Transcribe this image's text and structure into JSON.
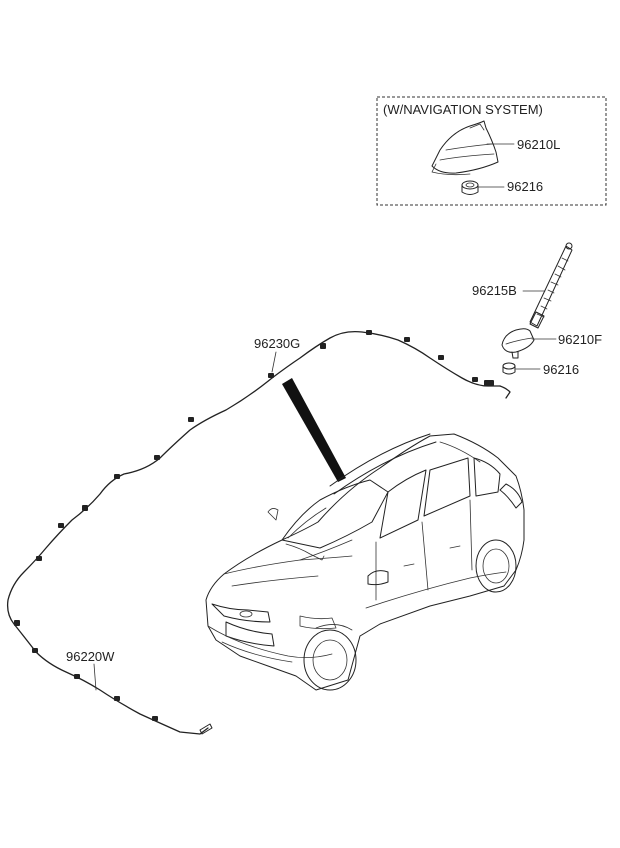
{
  "inset": {
    "title": "(W/NAVIGATION SYSTEM)"
  },
  "parts": {
    "shark_fin_antenna": "96210L",
    "antenna_base_nut_inset": "96216",
    "antenna_rod": "96215B",
    "antenna_base": "96210F",
    "antenna_base_nut": "96216",
    "roof_feeder_cable": "96230G",
    "main_feeder_cable": "96220W"
  }
}
